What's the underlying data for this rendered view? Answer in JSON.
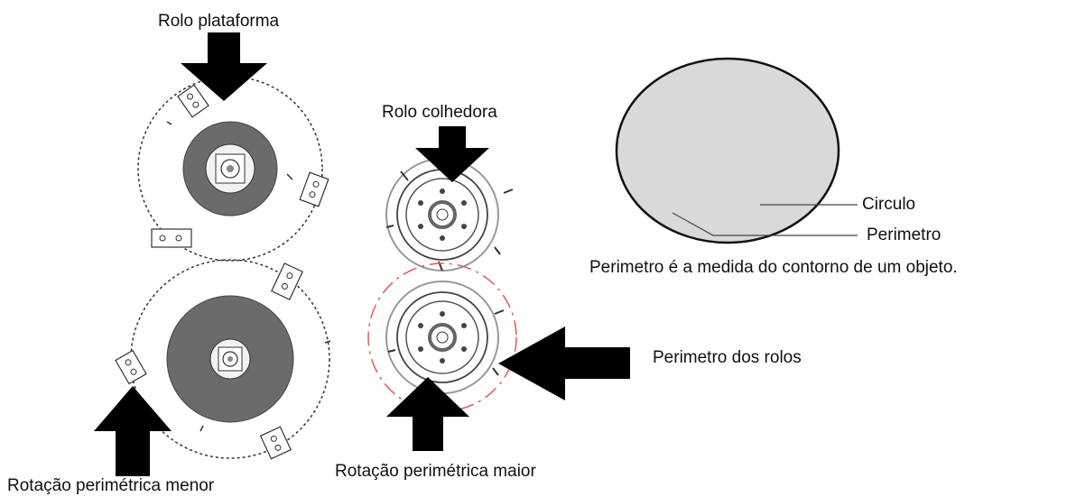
{
  "labels": {
    "rolo_plataforma": "Rolo plataforma",
    "rolo_colhedora": "Rolo colhedora",
    "circulo": "Circulo",
    "perimetro": "Perimetro",
    "definicao": "Perimetro é a medida do contorno de um objeto.",
    "perimetro_dos_rolos": "Perimetro dos rolos",
    "rotacao_maior": "Rotação perimétrica maior",
    "rotacao_menor": "Rotação perimétrica menor"
  },
  "colors": {
    "arrow": "#000000",
    "hub_gray": "#6b6b6b",
    "ellipse_fill": "#d9d9d9",
    "perimeter_dash": "#e05a5a"
  }
}
